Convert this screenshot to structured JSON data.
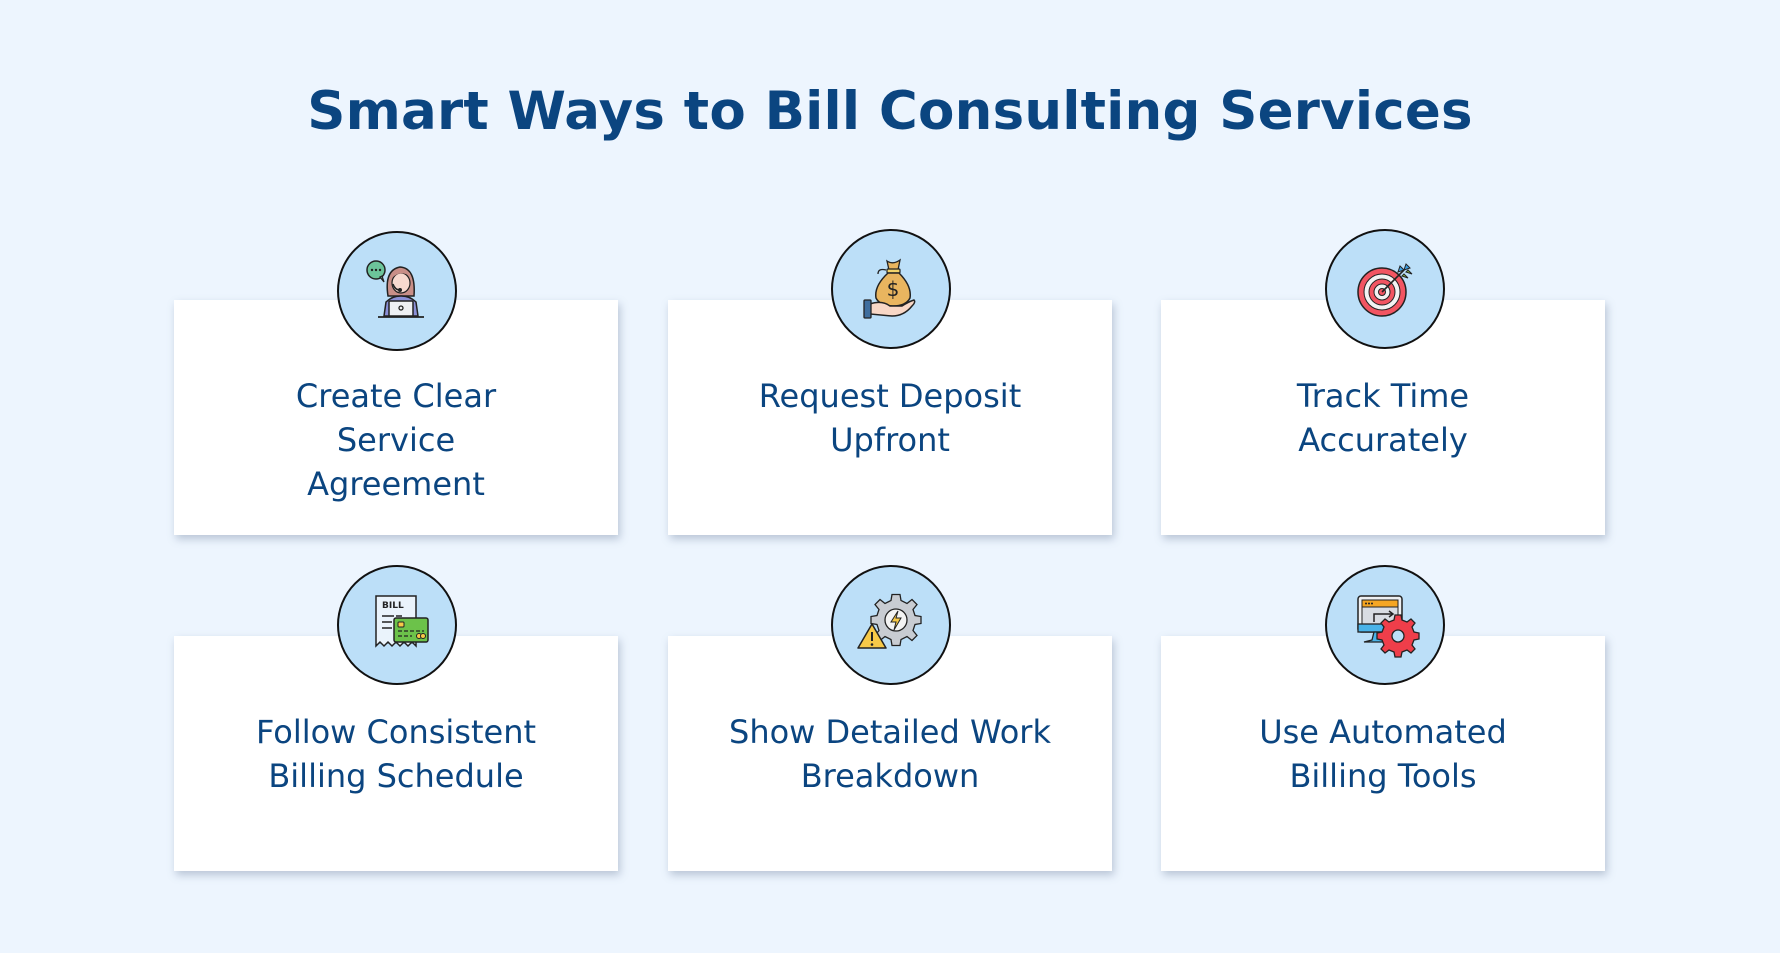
{
  "page": {
    "title": "Smart Ways to Bill Consulting Services",
    "colors": {
      "background": "#edf5fe",
      "title": "#0b4580",
      "card": "#ffffff",
      "icon_circle": "#bcdff8"
    }
  },
  "cards": [
    {
      "label": "Create Clear\nService\nAgreement",
      "icon": "customer-support-agent-icon"
    },
    {
      "label": "Request Deposit\nUpfront",
      "icon": "money-bag-hand-icon"
    },
    {
      "label": "Track Time\nAccurately",
      "icon": "target-arrow-icon"
    },
    {
      "label": "Follow Consistent\nBilling Schedule",
      "icon": "bill-credit-card-icon"
    },
    {
      "label": "Show Detailed Work\nBreakdown",
      "icon": "gear-warning-icon"
    },
    {
      "label": "Use Automated\nBilling Tools",
      "icon": "computer-gear-icon"
    }
  ]
}
